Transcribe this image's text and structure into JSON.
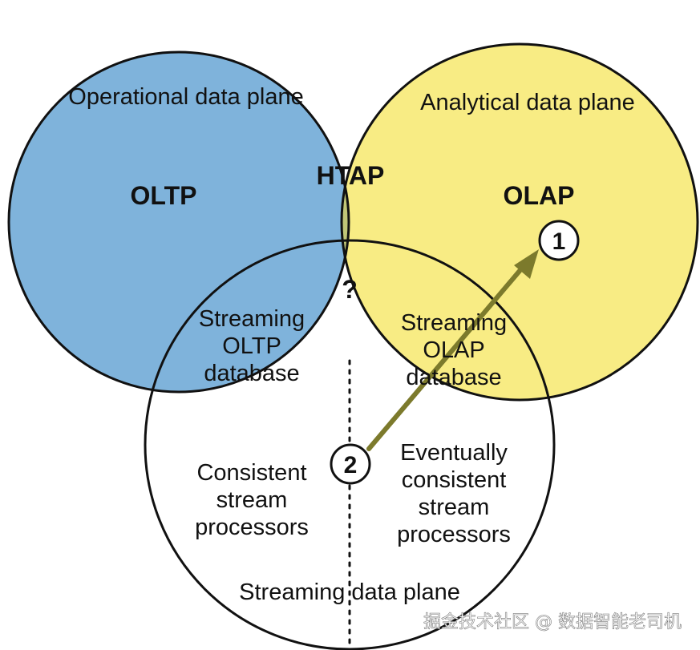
{
  "colors": {
    "operational_fill": "#7fb3db",
    "analytical_fill": "#f8ec84",
    "htap_fill": "#c1c677",
    "streaming_fill": "#ffffff",
    "outline": "#111111",
    "arrow": "#7c7a2c"
  },
  "circles": {
    "operational": {
      "plane_label": "Operational data plane",
      "core_label": "OLTP"
    },
    "analytical": {
      "plane_label": "Analytical data plane",
      "core_label": "OLAP"
    },
    "streaming": {
      "plane_label": "Streaming data plane"
    }
  },
  "overlaps": {
    "htap": "HTAP",
    "center": "?",
    "streaming_oltp": [
      "Streaming",
      "OLTP",
      "database"
    ],
    "streaming_olap": [
      "Streaming",
      "OLAP",
      "database"
    ]
  },
  "streaming_split": {
    "left": [
      "Consistent",
      "stream",
      "processors"
    ],
    "right": [
      "Eventually",
      "consistent",
      "stream",
      "processors"
    ]
  },
  "markers": {
    "one": "1",
    "two": "2"
  },
  "watermark": "掘金技术社区 @ 数据智能老司机"
}
